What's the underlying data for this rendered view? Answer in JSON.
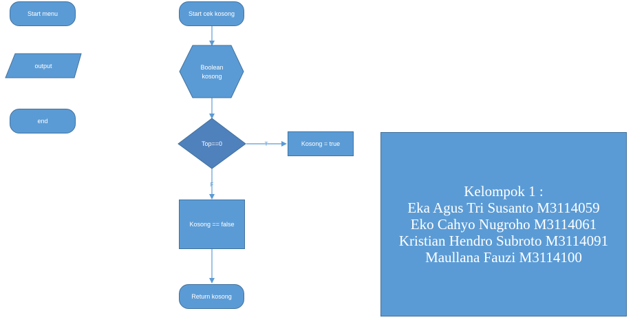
{
  "legend": {
    "start_menu": "Start menu",
    "output": "output",
    "end": "end"
  },
  "flow": {
    "start": "Start cek kosong",
    "prep_line1": "Boolean",
    "prep_line2": "kosong",
    "decision": "Top==0",
    "true_label": "T",
    "false_label": "F",
    "true_box": "Kosong = true",
    "false_box": "Kosong == false",
    "end": "Return kosong"
  },
  "info": {
    "lines": [
      "Kelompok 1 :",
      "Eka Agus Tri Susanto M3114059",
      "Eko Cahyo Nugroho M3114061",
      "Kristian Hendro Subroto M3114091",
      "Maullana Fauzi M3114100"
    ]
  },
  "colors": {
    "fill": "#5b9bd5",
    "stroke": "#41719c",
    "decision_fill": "#4f81bd"
  }
}
